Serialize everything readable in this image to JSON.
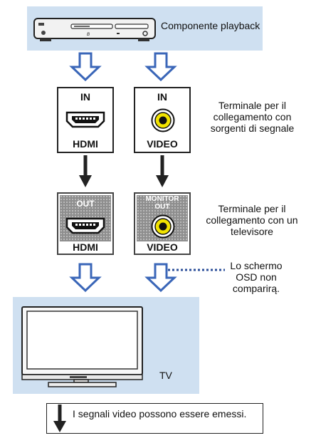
{
  "playback": {
    "label": "Componente playback"
  },
  "inputs": {
    "hdmi_in": {
      "top": "IN",
      "bottom": "HDMI"
    },
    "video_in": {
      "top": "IN",
      "bottom": "VIDEO"
    },
    "description": "Terminale per il collegamento con sorgenti di segnale"
  },
  "outputs": {
    "hdmi_out": {
      "top": "OUT",
      "bottom": "HDMI"
    },
    "video_out": {
      "top_line1": "MONITOR",
      "top_line2": "OUT",
      "bottom": "VIDEO"
    },
    "description": "Terminale per il collegamento con un televisore"
  },
  "osd_note": "Lo schermo OSD non comparirą.",
  "tv": {
    "label": "TV"
  },
  "legend": {
    "text": "I segnali video possono essere emessi."
  },
  "colors": {
    "panel": "#cfe0f1",
    "hollow_arrow": "#3a66b8",
    "rca_yellow": "#f2e300",
    "dark": "#222222"
  },
  "icons": [
    "blu-ray-player-icon",
    "hdmi-port-icon",
    "rca-port-icon",
    "television-icon",
    "hollow-down-arrow-icon",
    "solid-down-arrow-icon"
  ]
}
